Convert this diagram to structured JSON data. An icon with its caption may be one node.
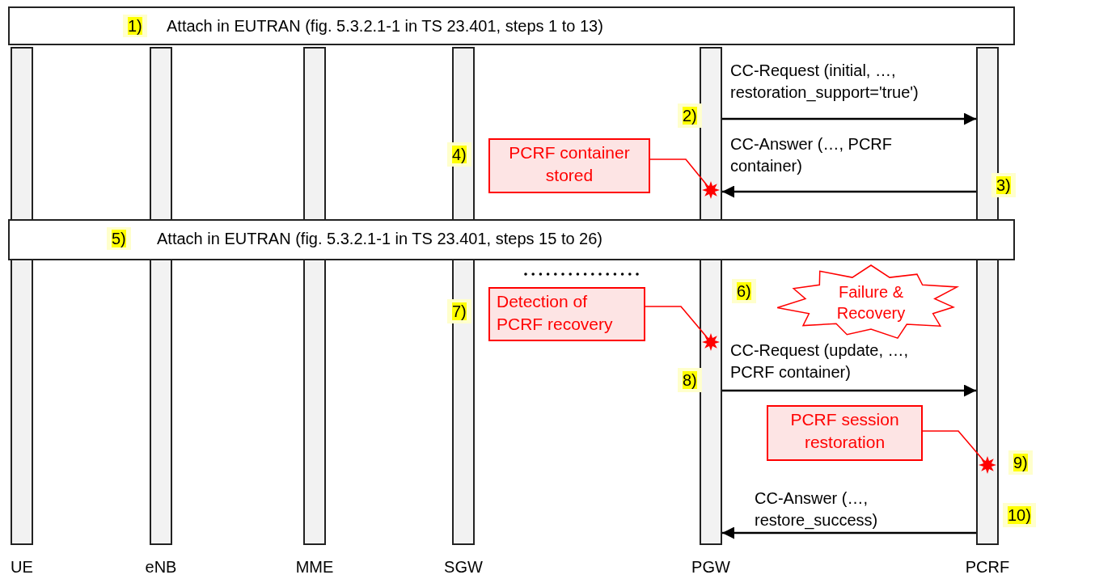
{
  "diagram": {
    "nodes": [
      {
        "text": [
          "1)",
          "Attach in EUTRAN (fig. 5.3.2.1-1 in TS 23.401, steps 1 to 13)"
        ]
      },
      {
        "text": [
          "5)",
          "Attach in EUTRAN (fig. 5.3.2.1-1 in TS 23.401, steps 15 to 26)"
        ]
      },
      {
        "text": [],
        "shape": "bar",
        "beside": [
          "UE"
        ]
      },
      {
        "text": [],
        "shape": "bar",
        "beside": [
          "eNB"
        ]
      },
      {
        "text": [],
        "shape": "bar",
        "beside": [
          "MME"
        ]
      },
      {
        "text": [],
        "shape": "bar",
        "beside": [
          "SGW"
        ]
      },
      {
        "text": [],
        "shape": "bar",
        "beside": [
          "PGW"
        ]
      },
      {
        "text": [],
        "shape": "bar",
        "beside": [
          "PCRF"
        ]
      },
      {
        "text": [
          "PCRF container stored"
        ]
      },
      {
        "text": [],
        "shape": "star",
        "in": 6
      },
      {
        "text": [
          "Detection of PCRF recovery"
        ]
      },
      {
        "text": [],
        "shape": "star",
        "in": 6
      },
      {
        "text": [
          "Failure & Recovery"
        ]
      },
      {
        "text": [
          "PCRF session restoration"
        ]
      },
      {
        "text": [],
        "shape": "star",
        "in": 7
      }
    ],
    "edges": [
      {
        "from": 6,
        "to": 7,
        "arrow": "to",
        "label": "CC-Request (initial, …, restoration_support='true')"
      },
      {
        "from": 7,
        "to": 6,
        "arrow": "to",
        "label": "CC-Answer (…, PCRF container)"
      },
      {
        "from": 8,
        "to": 9,
        "arrow": "none",
        "color": "#ff0000"
      },
      {
        "from": 10,
        "to": 11,
        "arrow": "none",
        "color": "#ff0000"
      },
      {
        "from": 6,
        "to": 7,
        "arrow": "to",
        "label": "CC-Request (update, …, PCRF container)"
      },
      {
        "from": 13,
        "to": 14,
        "arrow": "none",
        "color": "#ff0000"
      },
      {
        "from": 7,
        "to": 6,
        "arrow": "to",
        "label": "CC-Answer (…, restore_success)"
      }
    ],
    "labels": [
      "2)",
      "3)",
      "4)",
      "6)",
      "7)",
      "8)",
      "9)",
      "10)"
    ]
  }
}
